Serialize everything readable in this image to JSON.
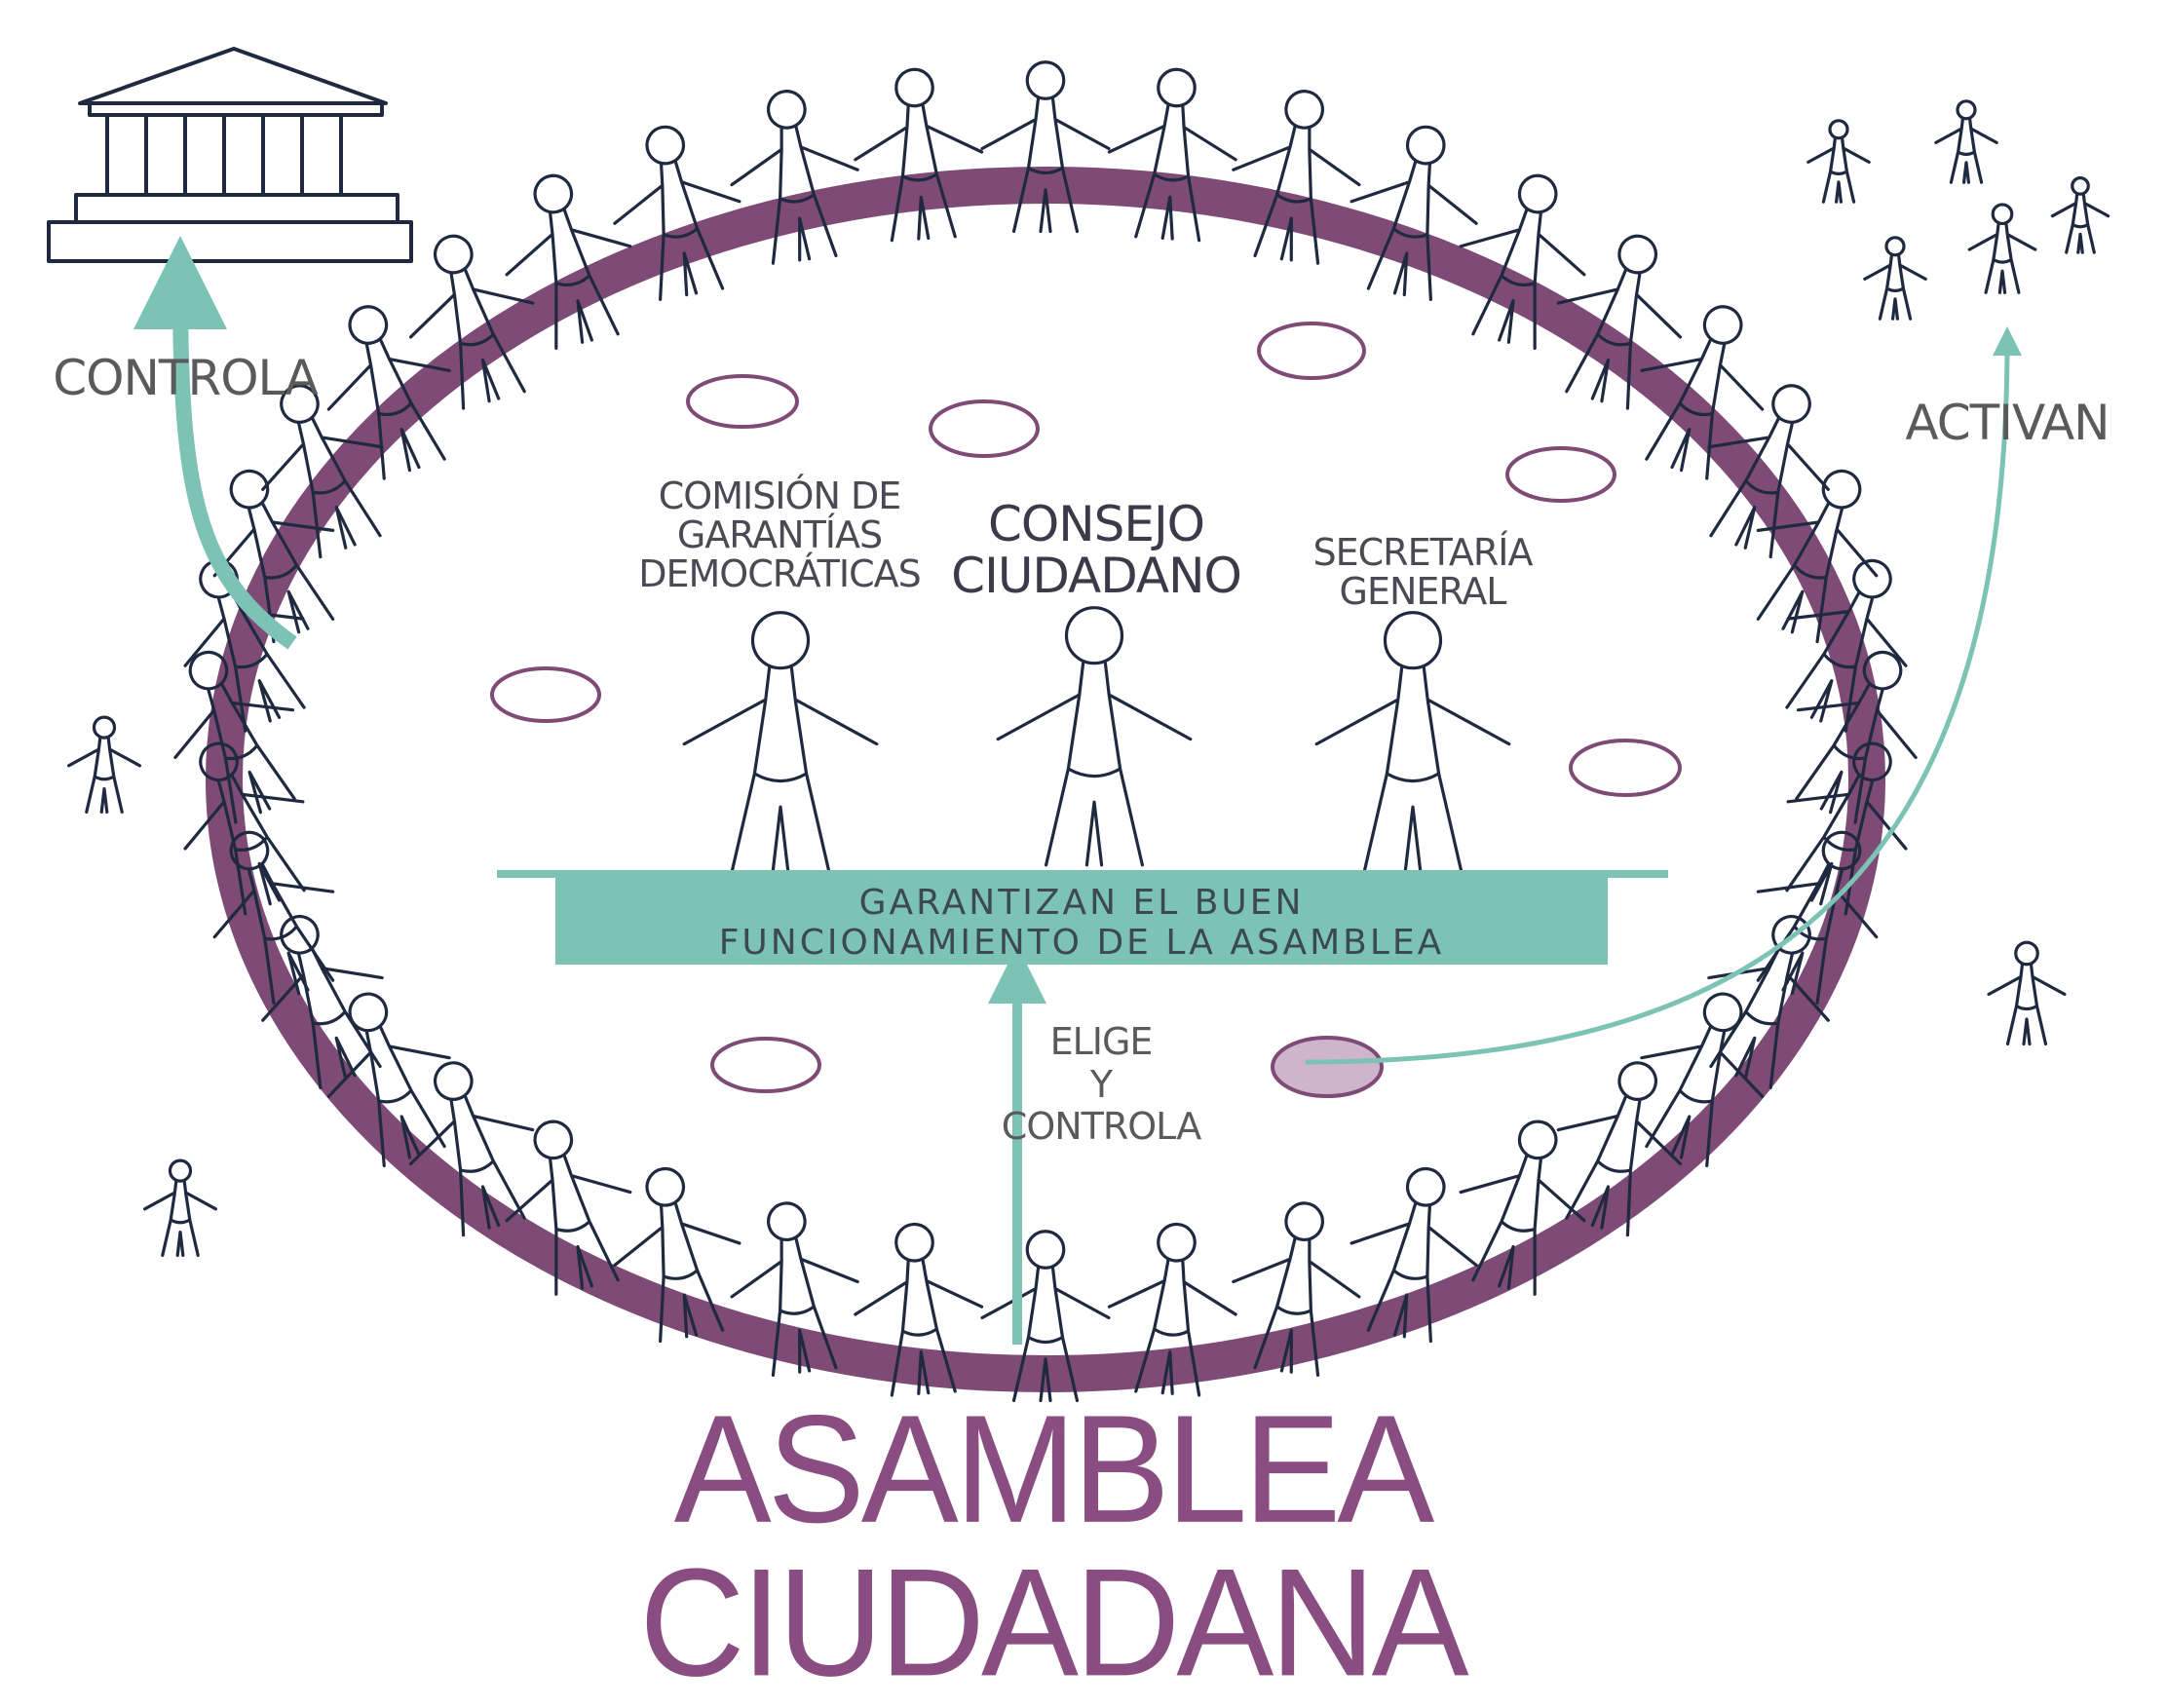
{
  "colors": {
    "purple": "#7e4a76",
    "purple_light": "#cfb5cb",
    "teal": "#7cc3b6",
    "ink": "#1f2940"
  },
  "icons": [
    "parliament-building-icon",
    "person-figure-icon"
  ],
  "labels": {
    "controla": "CONTROLA",
    "activan": "ACTIVAN",
    "comision": [
      "COMISIÓN DE",
      "GARANTÍAS",
      "DEMOCRÁTICAS"
    ],
    "consejo": [
      "CONSEJO",
      "CIUDADANO"
    ],
    "secretaria": [
      "SECRETARÍA",
      "GENERAL"
    ],
    "bar": [
      "GARANTIZAN EL BUEN",
      "FUNCIONAMIENTO DE LA ASAMBLEA"
    ],
    "elige": [
      "ELIGE",
      "Y",
      "CONTROLA"
    ],
    "title": "ASAMBLEA CIUDADANA"
  }
}
